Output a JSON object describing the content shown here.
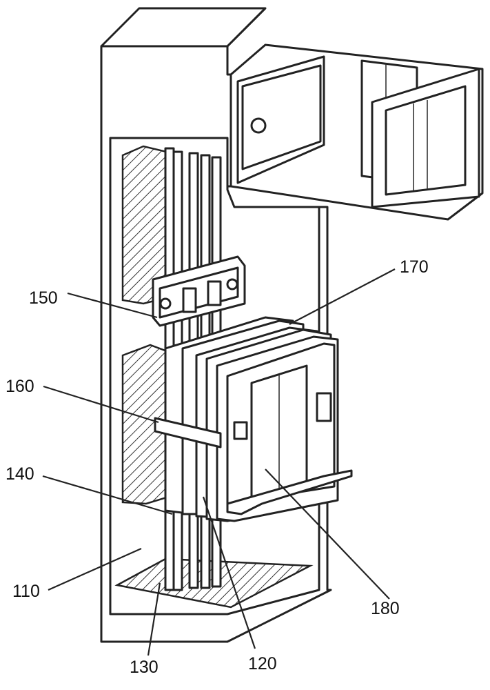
{
  "labels": {
    "l110": "110",
    "l120": "120",
    "l130": "130",
    "l140": "140",
    "l150": "150",
    "l160": "160",
    "l170": "170",
    "l180": "180"
  }
}
